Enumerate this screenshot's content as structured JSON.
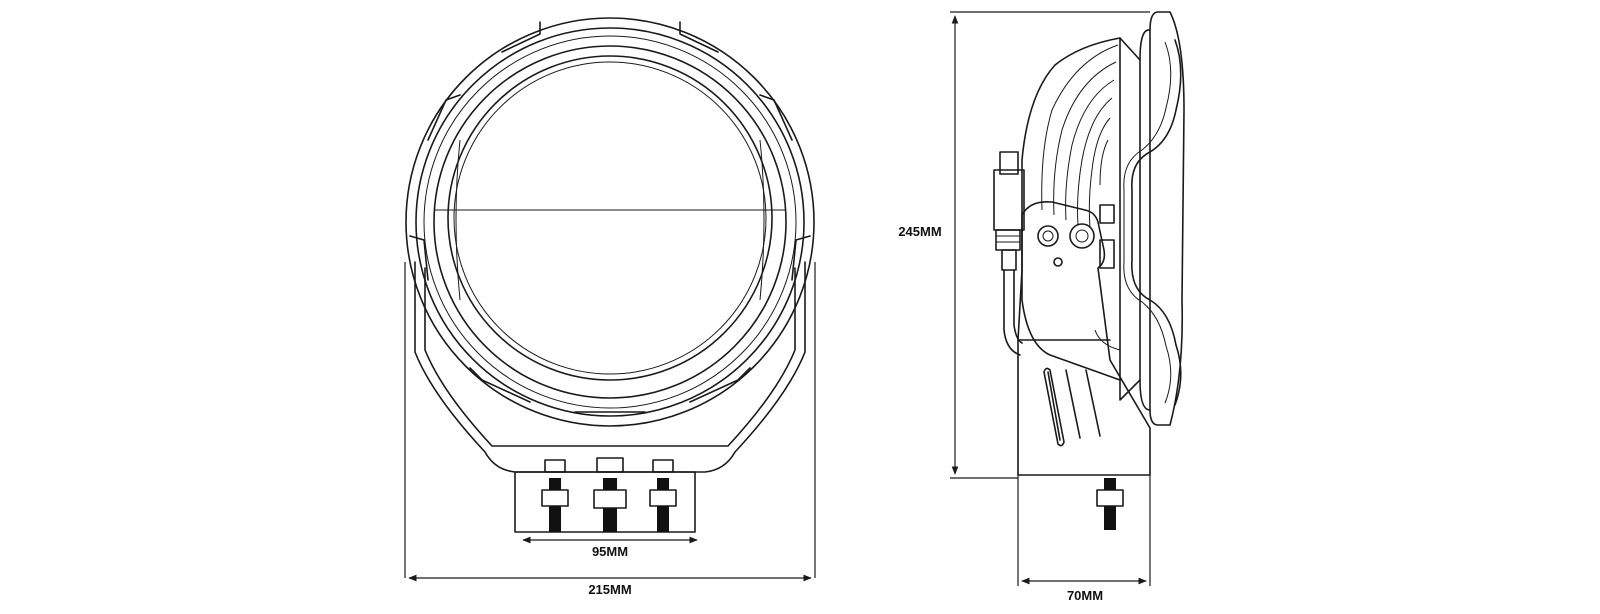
{
  "dimensions": {
    "bracket_width": "95MM",
    "overall_width": "215MM",
    "height": "245MM",
    "depth": "70MM"
  }
}
